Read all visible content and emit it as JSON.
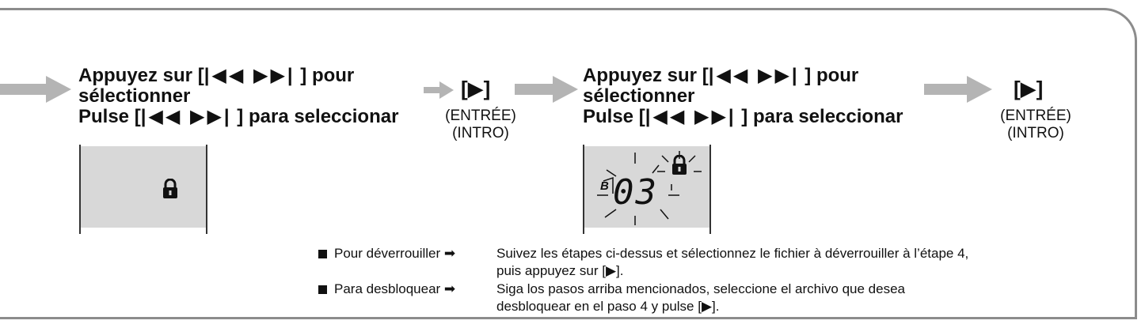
{
  "step_left": {
    "line1_prefix": "Appuyez sur [",
    "line1_symbols": "|◀◀  ▶▶|",
    "line1_suffix": " ] pour",
    "line2": "sélectionner",
    "line3_prefix": "Pulse [",
    "line3_symbols": "|◀◀  ▶▶|",
    "line3_suffix": " ] para seleccionar"
  },
  "enter_left": {
    "symbol": "[▶]",
    "label_fr": "(ENTRÉE)",
    "label_es": "(INTRO)"
  },
  "step_right": {
    "line1_prefix": "Appuyez sur [",
    "line1_symbols": "|◀◀  ▶▶|",
    "line1_suffix": " ] pour",
    "line2": "sélectionner",
    "line3_prefix": "Pulse [",
    "line3_symbols": "|◀◀  ▶▶|",
    "line3_suffix": " ] para seleccionar"
  },
  "enter_right": {
    "symbol": "[▶]",
    "label_fr": "(ENTRÉE)",
    "label_es": "(INTRO)"
  },
  "lcd_right": {
    "folder": "B",
    "number": "03"
  },
  "notes": {
    "fr_label": "Pour déverrouiller ➡",
    "fr_text_1": "Suivez les étapes ci-dessus et sélectionnez le fichier à déverrouiller à l’étape 4,",
    "fr_text_2": "puis appuyez sur [▶].",
    "es_label": "Para desbloquear ➡",
    "es_text_1": "Siga los pasos arriba mencionados, seleccione el archivo que desea",
    "es_text_2": "desbloquear en el paso 4 y pulse [▶]."
  },
  "colors": {
    "arrow": "#b4b4b4",
    "frame": "#8c8c8c",
    "lcd": "#d8d8d8"
  },
  "icons": [
    "arrow-right-icon",
    "lock-icon"
  ]
}
